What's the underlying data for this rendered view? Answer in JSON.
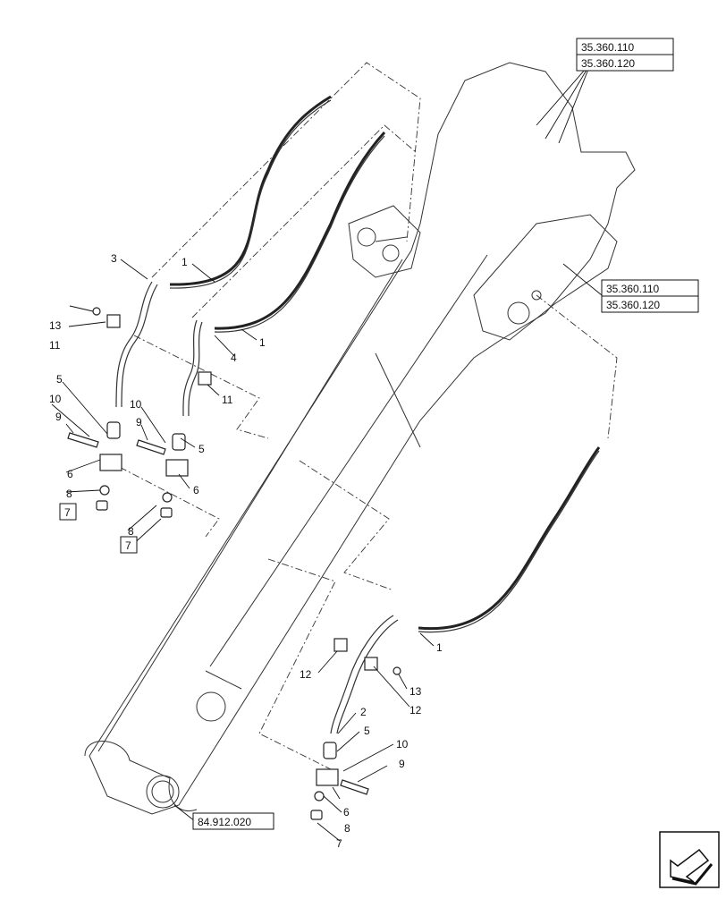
{
  "diagram": {
    "callouts": [
      "1",
      "1",
      "1",
      "2",
      "3",
      "4",
      "5",
      "5",
      "5",
      "6",
      "6",
      "6",
      "7",
      "7",
      "7",
      "8",
      "8",
      "8",
      "9",
      "9",
      "9",
      "10",
      "10",
      "10",
      "11",
      "11",
      "12",
      "12",
      "13",
      "13"
    ],
    "reference_boxes": [
      "35.360.110",
      "35.360.120",
      "35.360.110",
      "35.360.120",
      "84.912.020"
    ],
    "boxed_callouts": [
      "7",
      "7"
    ],
    "nav_icon": "arrow-navigation-icon"
  }
}
